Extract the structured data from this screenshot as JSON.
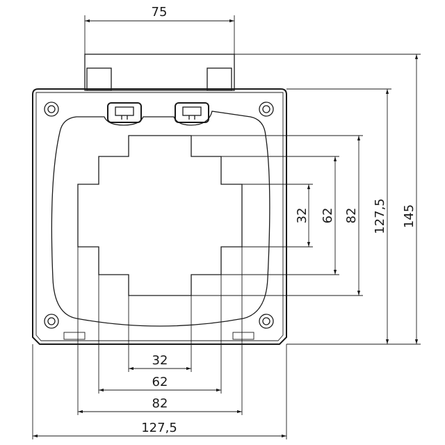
{
  "drawing": {
    "top_width": "75",
    "window_width_small": "32",
    "window_width_mid": "62",
    "window_width_large": "82",
    "body_width": "127,5",
    "window_height_small": "32",
    "window_height_mid": "62",
    "window_height_large": "82",
    "body_height": "127,5",
    "total_height": "145"
  },
  "colors": {
    "line": "#1a1a1a",
    "background": "#ffffff"
  }
}
